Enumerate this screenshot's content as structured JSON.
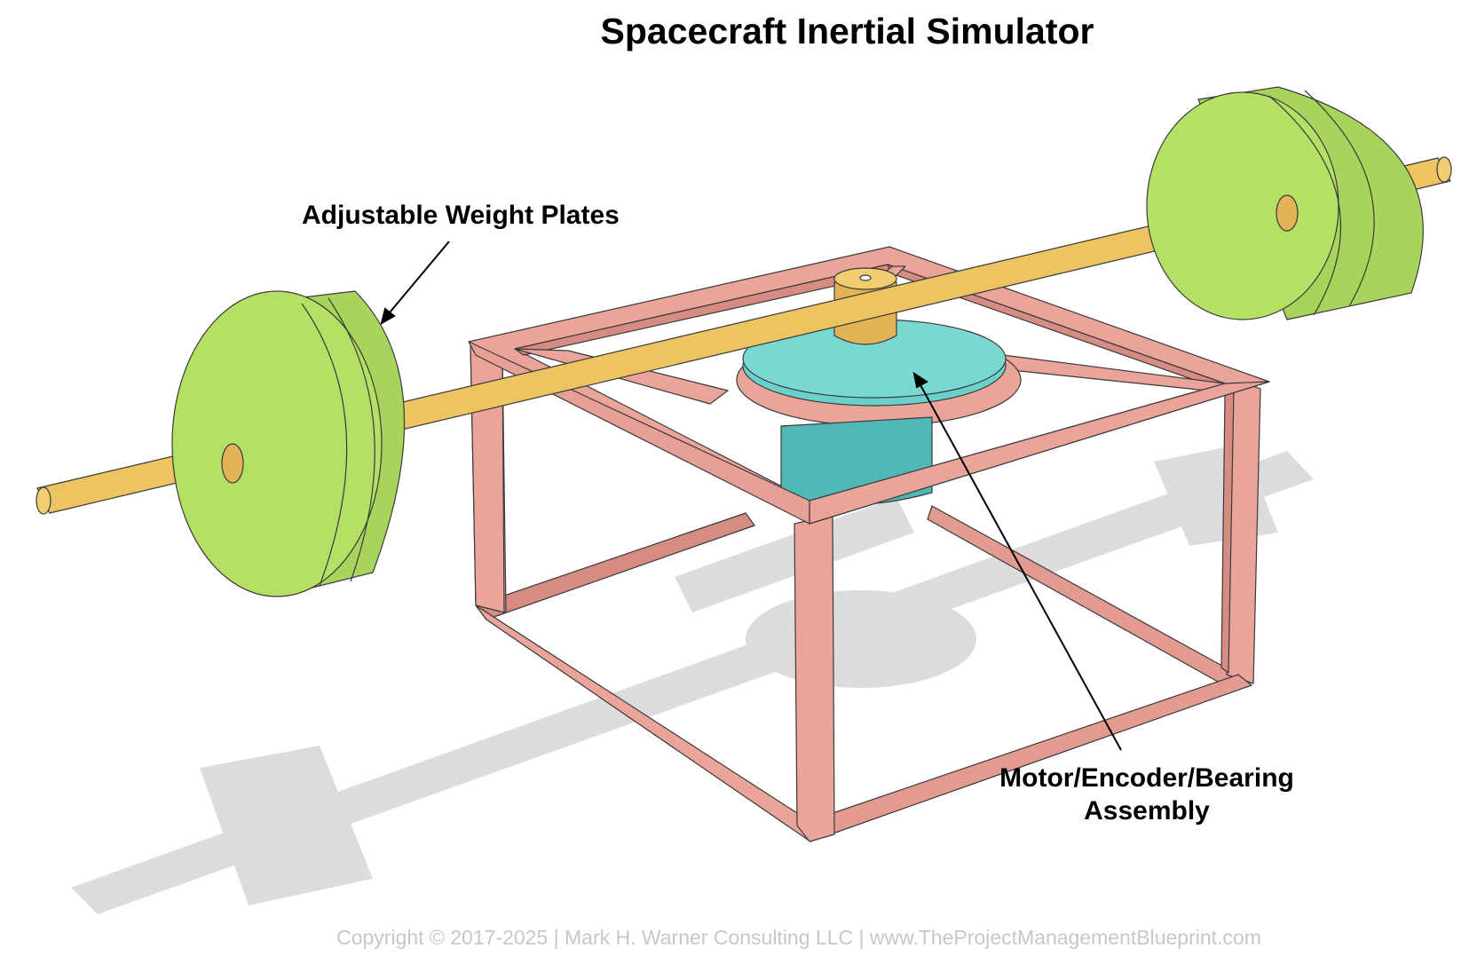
{
  "title": "Spacecraft Inertial Simulator",
  "labels": {
    "plates": "Adjustable Weight Plates",
    "motor_line1": "Motor/Encoder/Bearing",
    "motor_line2": "Assembly"
  },
  "copyright": "Copyright © 2017-2025 | Mark H. Warner Consulting LLC | www.TheProjectManagementBlueprint.com",
  "colors": {
    "frame": "#eba49a",
    "frame_dark": "#d68c82",
    "shaft": "#ecc462",
    "plates": "#b4e066",
    "motor": "#5ec8c4",
    "shadow": "#d6d6d6",
    "outline": "#3a3a3a"
  }
}
